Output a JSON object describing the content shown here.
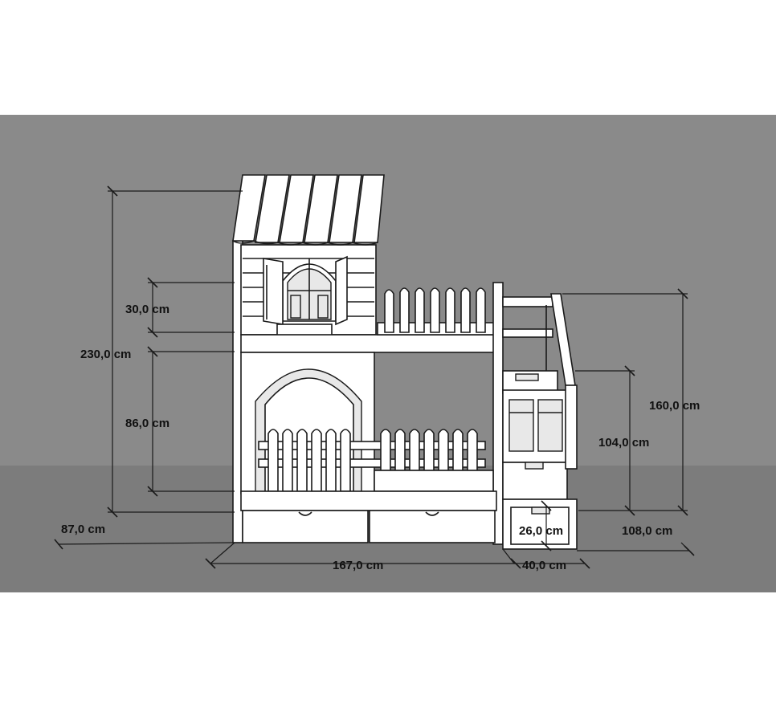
{
  "diagram": {
    "colors": {
      "wall": "#8a8a8a",
      "floor": "#7c7c7c",
      "outline": "#1a1a1a",
      "furniture": "#ffffff"
    },
    "dimensions": {
      "total_height": "230,0 cm",
      "roof_gap": "30,0 cm",
      "lower_opening": "86,0 cm",
      "depth": "87,0 cm",
      "length": "167,0 cm",
      "stairs_height": "160,0 cm",
      "stairs_mid_height": "104,0 cm",
      "step_height": "26,0 cm",
      "stairs_depth": "108,0 cm",
      "stairs_width": "40,0 cm"
    }
  }
}
